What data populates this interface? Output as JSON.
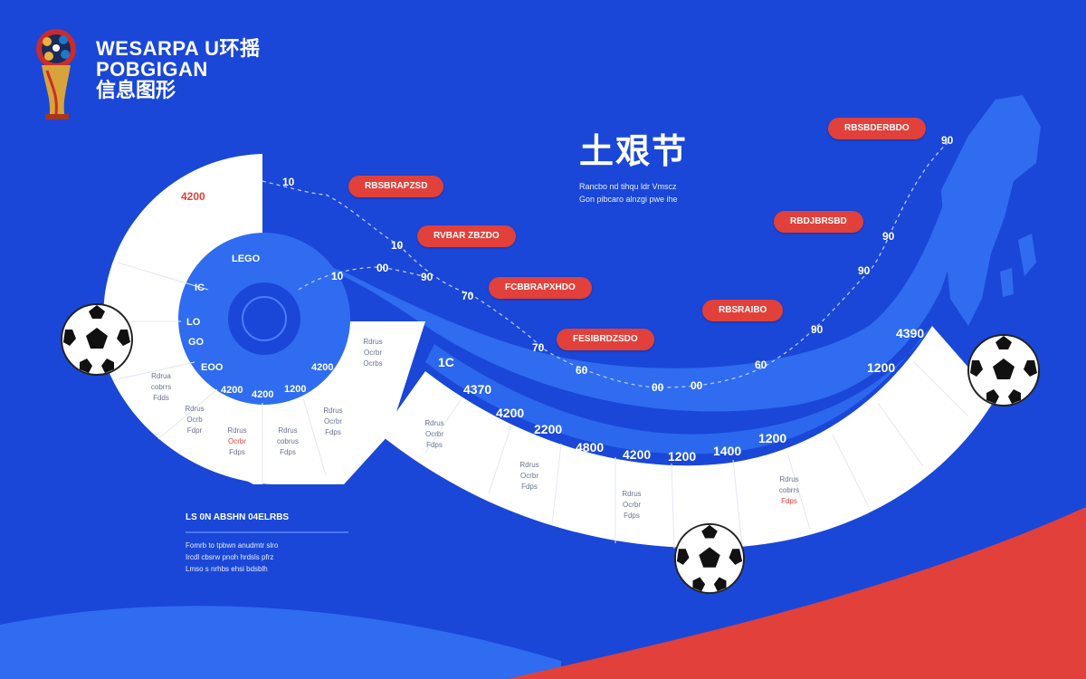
{
  "brand": {
    "line1": "WESARPA U环揺",
    "line2": "POBGIGAN",
    "line3": "信息图形"
  },
  "heading": {
    "title": "土艰节",
    "subtitle1": "Rancbo nd tihqu ldr Vmscz",
    "subtitle2": "Gon pibcaro alnzgi pwe ihe"
  },
  "pills": [
    "RBSBRAPZSD",
    "RVBAR ZBZDO",
    "FCBBRAPXHDO",
    "FESIBRDZSDO",
    "RBSBDERBDO",
    "RBDJBRSBD",
    "RBSRAIBO"
  ],
  "nodes": [
    "10",
    "10",
    "70",
    "00",
    "10",
    "70",
    "60",
    "00",
    "00",
    "60",
    "90",
    "90",
    "90",
    "90",
    "90"
  ],
  "band_numbers": [
    "1C",
    "4370",
    "4200",
    "2200",
    "4800",
    "4200",
    "1200",
    "1400",
    "1200",
    "1200",
    "4390"
  ],
  "inner_numbers": [
    "LEGO",
    "IC",
    "LO",
    "GO",
    "EOO",
    "4200",
    "4200",
    "1200",
    "4200"
  ],
  "outer_label": "4200",
  "cells": [
    {
      "l1": "Rdrua",
      "l2": "cobrrs",
      "l3": "Fdds"
    },
    {
      "l1": "Rdrus",
      "l2": "Ocrb",
      "l3": "Fdpr"
    },
    {
      "l1": "Rdrus",
      "l2": "Ocrbr",
      "l3": "Fdps"
    },
    {
      "l1": "Rdrus",
      "l2": "cobrus",
      "l3": "Fdps"
    },
    {
      "l1": "Rdrus",
      "l2": "Ocrbr",
      "l3": "Fdps"
    },
    {
      "l1": "Rdrus",
      "l2": "Ocrbr",
      "l3": "Ocrbs"
    },
    {
      "l1": "Rdrus",
      "l2": "Ocrbr",
      "l3": "Fdps"
    },
    {
      "l1": "Rdrus",
      "l2": "Ocrbr",
      "l3": "Fdps"
    },
    {
      "l1": "Rdrus",
      "l2": "Ocrbr",
      "l3": "Fdps"
    },
    {
      "l1": "Rdrus",
      "l2": "cobrrs",
      "l3": "Fdps"
    }
  ],
  "footer": {
    "heading": "LS 0N ABSHN 04ELRBS",
    "line1": "Fomrb to tpbwn anudmtr slro",
    "line2": "Ircdl cbsrw pnoh hrdsls pfrz",
    "line3": "Lmso s nrhbs ehsi bdsblh"
  },
  "colors": {
    "background": "#1a47d8",
    "accent_red": "#e2403a",
    "band_blue": "#2f6cf0",
    "band_white": "#ffffff"
  }
}
